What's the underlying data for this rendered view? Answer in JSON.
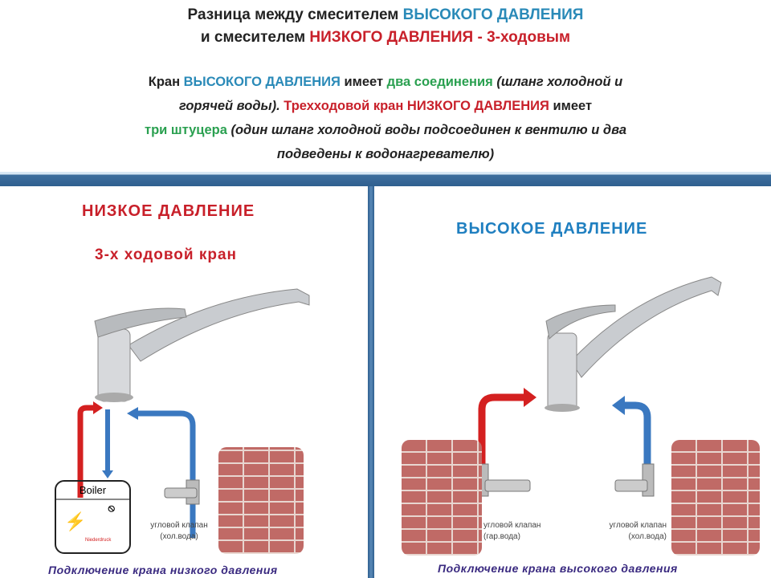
{
  "title": {
    "l1a": "Разница между смесителем ",
    "l1b": "ВЫСОКОГО ДАВЛЕНИЯ",
    "l2a": "и смесителем ",
    "l2b": "НИЗКОГО ДАВЛЕНИЯ - 3-ходовым"
  },
  "desc": {
    "a": "Кран ",
    "b": "ВЫСОКОГО ДАВЛЕНИЯ",
    "c": " имеет ",
    "d": "два соединения",
    "e": " (шланг холодной и",
    "f": "горячей воды).",
    "g": " Трехходовой кран ",
    "h": "НИЗКОГО ДАВЛЕНИЯ",
    "i": " имеет",
    "j": "три штуцера",
    "k": " (один шланг холодной воды подсоединен к вентилю и два",
    "l": "подведены к водонагревателю)"
  },
  "left": {
    "title": "НИЗКОЕ ДАВЛЕНИЕ",
    "subtitle": "3-х ходовой кран",
    "boiler": "Boiler",
    "boiler_small": "Niederdruck",
    "valve_l1": "угловой клапан",
    "valve_l2": "(хол.вода)",
    "caption": "Подключение крана низкого давления"
  },
  "right": {
    "title": "ВЫСОКОЕ ДАВЛЕНИЕ",
    "valve_hot_l1": "угловой клапан",
    "valve_hot_l2": "(гар.вода)",
    "valve_cold_l1": "угловой клапан",
    "valve_cold_l2": "(хол.вода)",
    "caption": "Подключение крана высокого давления"
  },
  "colors": {
    "hot": "#d42020",
    "cold": "#3a78c0",
    "bar": "#2f5f8f",
    "caption": "#3a2a80"
  }
}
